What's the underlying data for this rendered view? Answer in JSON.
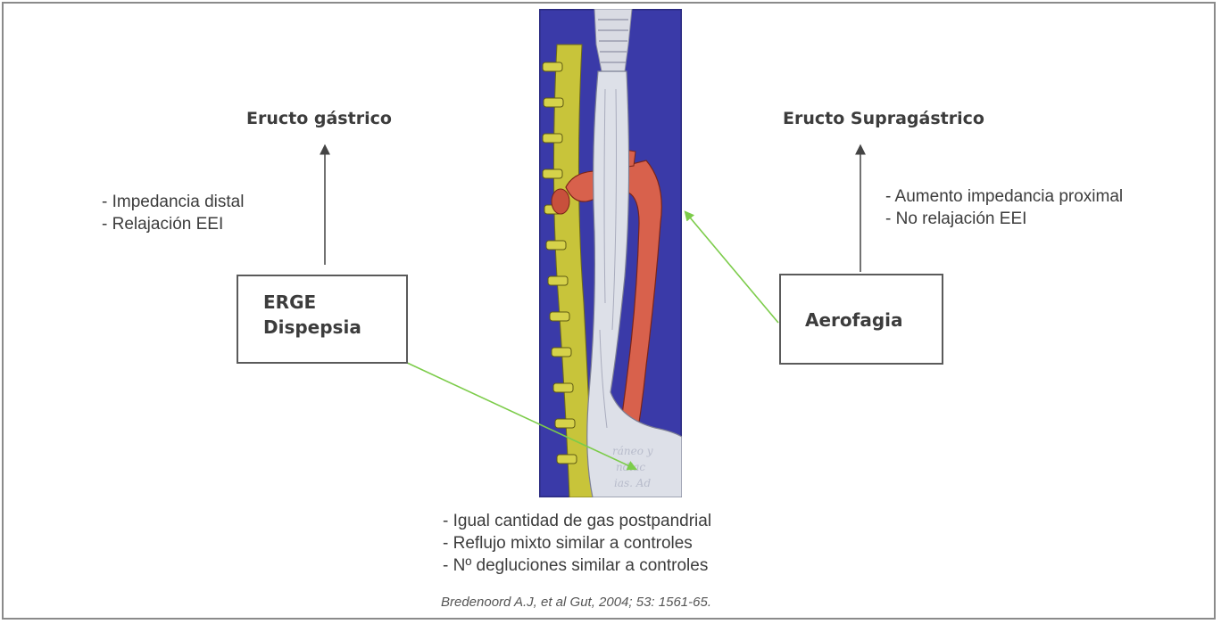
{
  "left": {
    "heading": "Eructo gástrico",
    "notes": [
      "- Impedancia distal",
      "- Relajación EEI"
    ],
    "box_lines": [
      "ERGE",
      "Dispepsia"
    ]
  },
  "right": {
    "heading": "Eructo Supragástrico",
    "notes": [
      "-  Aumento impedancia proximal",
      "- No relajación EEI"
    ],
    "box_lines": [
      "Aerofagia"
    ]
  },
  "bottom": {
    "notes": [
      "- Igual cantidad de gas postpandrial",
      "- Reflujo mixto similar a controles",
      "- Nº degluciones similar a controles"
    ],
    "citation": "Bredenoord A.J, et al Gut, 2004; 53: 1561-65."
  },
  "colors": {
    "illustration_background": "#3a3aa8",
    "esophagus": "#dde0e8",
    "aorta": "#d8614c",
    "spine": "#c8c43a",
    "connector_arrow": "#7ccc4a",
    "flow_arrow": "#444444"
  }
}
